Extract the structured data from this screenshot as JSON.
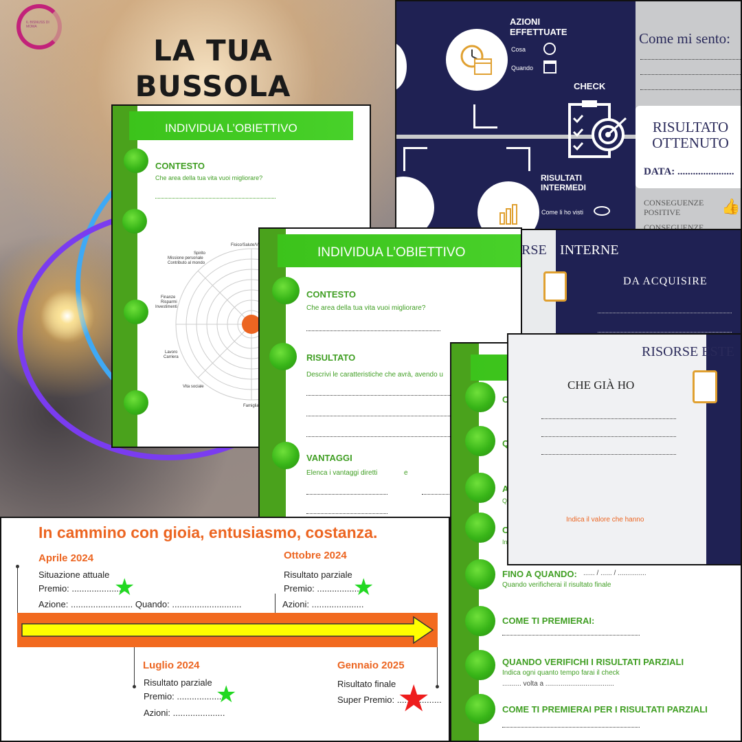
{
  "cover": {
    "logo_text": "IL BISNUSS DI MOMA",
    "title_line1": "LA TUA",
    "title_line2": "BUSSOLA"
  },
  "page1": {
    "header": "INDIVIDUA L’OBIETTIVO",
    "section": "CONTESTO",
    "question": "Che area della tua vita vuoi migliorare?",
    "wheel_labels": [
      "Fisico/Salute/V",
      "Spirito",
      "Missione personale",
      "Contributo al mondo",
      "Finanze",
      "Risparmi",
      "Investimenti",
      "Lavoro",
      "Carriera",
      "Vita sociale",
      "Famiglia"
    ]
  },
  "page2": {
    "header": "INDIVIDUA L’OBIETTIVO",
    "s1_title": "CONTESTO",
    "s1_text": "Che area della tua vita vuoi migliorare?",
    "s2_title": "RISULTATO",
    "s2_text": "Descrivi le caratteristiche che avrà, avendo u",
    "s3_title": "VANTAGGI",
    "s3_text": "Elenca i vantaggi diretti",
    "s3_text2": "e"
  },
  "page3": {
    "partial_letters": [
      "C",
      "Q",
      "A",
      "Q",
      "O",
      "In"
    ],
    "s1_title": "FINO A QUANDO:",
    "s1_fill": "...... / ...... / ...............",
    "s1_text": "Quando verificherai il risultato finale",
    "s2_title": "COME TI PREMIERAI:",
    "s3_title": "QUANDO VERIFICHI I RISULTATI PARZIALI",
    "s3_text": "Indica ogni quanto tempo farai il check",
    "s3_fill": ".......... volta a ....................................",
    "s4_title": "COME TI PREMIERAI PER I RISULTATI PARZIALI"
  },
  "navy_top": {
    "actions_title_1": "AZIONI",
    "actions_title_2": "EFFETTUATE",
    "cosa": "Cosa",
    "quando": "Quando",
    "check": "CHECK",
    "interm_1": "RISULTATI",
    "interm_2": "INTERMEDI",
    "come_visti": "Come li ho visti",
    "come_sento": "Come mi sento:",
    "risultato_1": "RISULTATO",
    "risultato_2": "OTTENUTO",
    "data": "DATA: ......................",
    "cons_pos_1": "CONSEGUENZE",
    "cons_pos_2": "POSITIVE",
    "cons_neg": "CONSEGUENZE"
  },
  "risorse_interne": {
    "title_partial": "RSE",
    "title_rest": "INTERNE",
    "da_acquisire": "DA ACQUISIRE"
  },
  "risorse_esterne": {
    "title_a": "RISORSE",
    "title_b": "ESTE",
    "che_gia_ho": "CHE GIÀ HO",
    "indica": "Indica il valore che hanno"
  },
  "timeline": {
    "headline": "In cammino con gioia, entusiasmo, costanza.",
    "m1": {
      "date": "Aprile 2024",
      "l1": "Situazione attuale",
      "l2": "Premio: ......................",
      "l3": "Azione: ......................... Quando: ............................"
    },
    "m2": {
      "date": "Ottobre 2024",
      "l1": "Risultato parziale",
      "l2": "Premio: ..................",
      "l3": "Azioni: ....................."
    },
    "m3": {
      "date": "Luglio 2024",
      "l1": "Risultato parziale",
      "l2": "Premio: ...................",
      "l3": "Azioni: ....................."
    },
    "m4": {
      "date": "Gennaio 2025",
      "l1": "Risultato finale",
      "l2": "Super Premio: .................."
    }
  },
  "colors": {
    "green": "#3f9e22",
    "orange": "#ec6521",
    "navy": "#1f2153",
    "yellow": "#ffff00",
    "magenta": "#c2227a"
  }
}
